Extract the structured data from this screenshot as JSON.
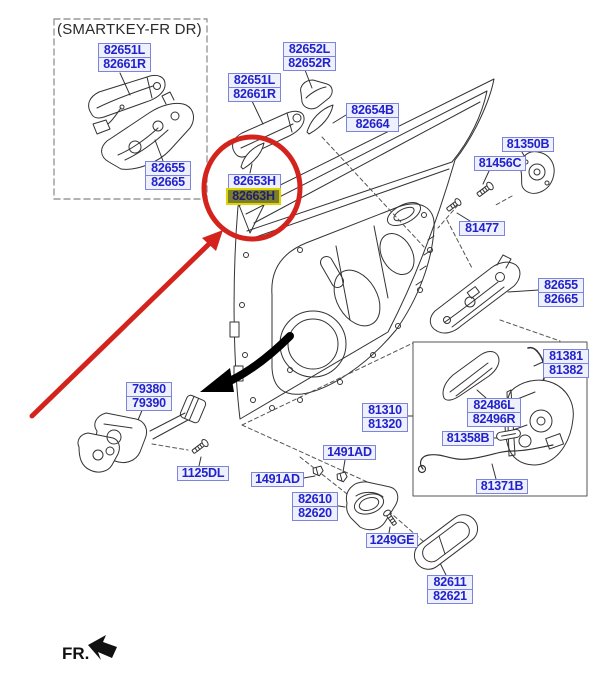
{
  "smartkey_section": {
    "title": "(SMARTKEY-FR DR)"
  },
  "direction": {
    "label": "FR."
  },
  "annotations": {
    "highlighted_part": "82663H",
    "circle_color": "#d3231c",
    "arrow_color": "#d3231c"
  },
  "colors": {
    "label_text": "#2222cc",
    "label_border": "#7b85dd",
    "label_fill": "#eef0fb",
    "highlight_fill": "#7d7d2e",
    "highlight_border": "#ded400",
    "line_art": "#333333"
  },
  "labels": [
    {
      "id": "smartkey-outside-handle",
      "lines": [
        "82651L",
        "82661R"
      ]
    },
    {
      "id": "smartkey-handle-base",
      "lines": [
        "82655",
        "82665"
      ]
    },
    {
      "id": "outside-handle",
      "lines": [
        "82651L",
        "82661R"
      ]
    },
    {
      "id": "handle-cover",
      "lines": [
        "82652L",
        "82652R"
      ]
    },
    {
      "id": "handle-pad",
      "lines": [
        "82654B",
        "82664"
      ]
    },
    {
      "id": "cover-pad",
      "lines": [
        "82653H"
      ]
    },
    {
      "id": "cover-pad-alt",
      "lines": [
        "82663H"
      ],
      "highlight": true
    },
    {
      "id": "striker-gasket",
      "lines": [
        "81350B"
      ]
    },
    {
      "id": "striker-screw",
      "lines": [
        "81456C"
      ]
    },
    {
      "id": "bolt",
      "lines": [
        "81477"
      ]
    },
    {
      "id": "handle-base",
      "lines": [
        "82655",
        "82665"
      ]
    },
    {
      "id": "connecting-rod",
      "lines": [
        "81381",
        "81382"
      ]
    },
    {
      "id": "handle-grip",
      "lines": [
        "82486L",
        "82496R"
      ]
    },
    {
      "id": "lock-rod",
      "lines": [
        "81358B"
      ]
    },
    {
      "id": "lock-cable",
      "lines": [
        "81371B"
      ]
    },
    {
      "id": "latch-assembly",
      "lines": [
        "81310",
        "81320"
      ]
    },
    {
      "id": "clip-upper",
      "lines": [
        "1491AD"
      ]
    },
    {
      "id": "clip-lower",
      "lines": [
        "1491AD"
      ]
    },
    {
      "id": "inside-handle",
      "lines": [
        "82610",
        "82620"
      ]
    },
    {
      "id": "screw-1249ge",
      "lines": [
        "1249GE"
      ]
    },
    {
      "id": "handle-bezel",
      "lines": [
        "82611",
        "82621"
      ]
    },
    {
      "id": "door-checker",
      "lines": [
        "79380",
        "79390"
      ]
    },
    {
      "id": "screw-1125dl",
      "lines": [
        "1125DL"
      ]
    }
  ]
}
